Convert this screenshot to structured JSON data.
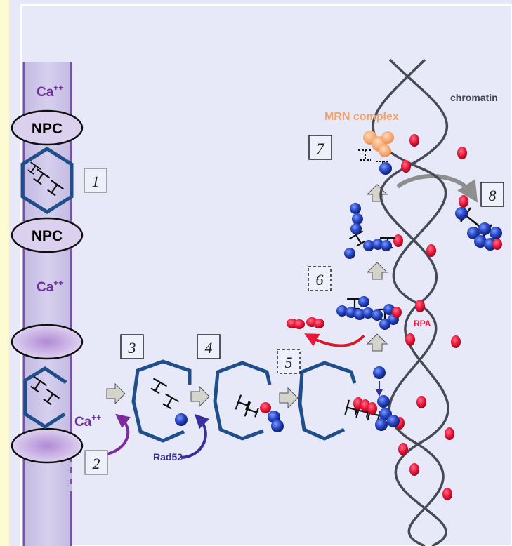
{
  "colors": {
    "background": "#e7e9f8",
    "strip": "#fdfbd2",
    "envelope": "#cbc4e6",
    "envelope_line": "#7a52a8",
    "npc_fill": "#dcd0ef",
    "hexagon": "#1f4e8a",
    "rad52_blue": "#2746c8",
    "rpa_red": "#e8163a",
    "chromatin": "#454a55",
    "arrow_gray": "#d4d4cc",
    "mrn_orange": "#f2a36a",
    "rpa_label": "#e8163a",
    "ca_purple": "#7030a0",
    "rad52_label": "#3a2e9c"
  },
  "labels": {
    "ca_top": "Ca",
    "ca_top_sup": "++",
    "ca_mid": "Ca",
    "ca_mid_sup": "++",
    "ca_bottom": "Ca",
    "ca_bottom_sup": "++",
    "npc_top": "NPC",
    "npc_mid": "NPC",
    "rad52": "Rad52",
    "rpa": "RPA",
    "mrn": "MRN complex",
    "chromatin": "chromatin"
  },
  "steps": [
    "1",
    "2",
    "3",
    "4",
    "5",
    "6",
    "7",
    "8"
  ]
}
